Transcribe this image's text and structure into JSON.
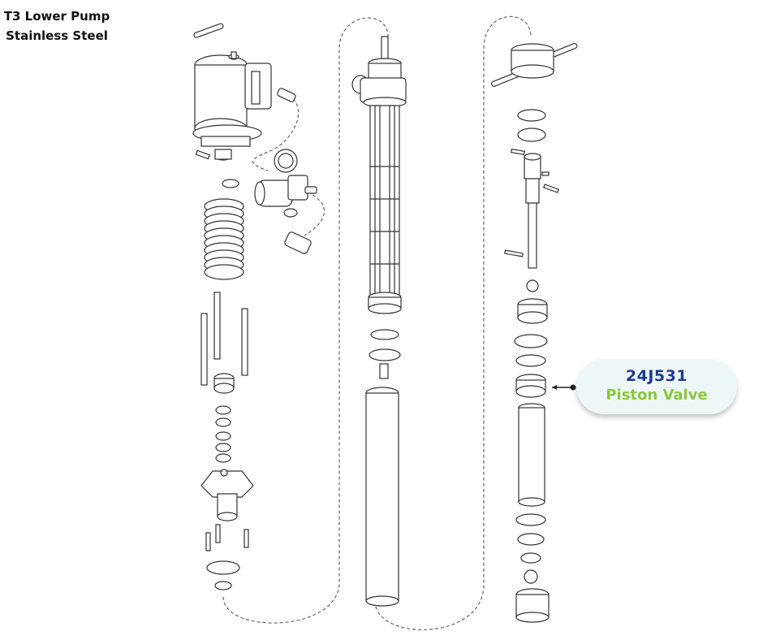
{
  "title": {
    "line1": "T3 Lower Pump",
    "line2": "Stainless Steel"
  },
  "callout": {
    "part_number": "24J531",
    "part_name": "Piston Valve",
    "pn_color": "#1f3a93",
    "name_color": "#8dc63f"
  }
}
